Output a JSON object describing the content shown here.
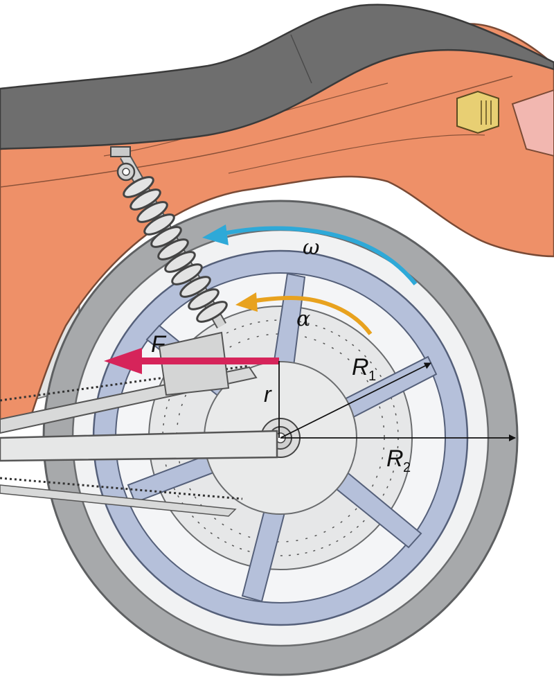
{
  "labels": {
    "omega": "ω",
    "alpha": "α",
    "force": "F",
    "radius_small": "r",
    "radius1": "R",
    "radius1_sub": "1",
    "radius2": "R",
    "radius2_sub": "2"
  },
  "colors": {
    "body_orange": "#ee9068",
    "seat": "#6e6e6e",
    "tire": "#a7a9ab",
    "rim": "#b5c0da",
    "hub": "#e9eaea",
    "omega_arrow": "#2ea9d8",
    "alpha_arrow": "#e8a21f",
    "force_arrow": "#d6245a"
  }
}
